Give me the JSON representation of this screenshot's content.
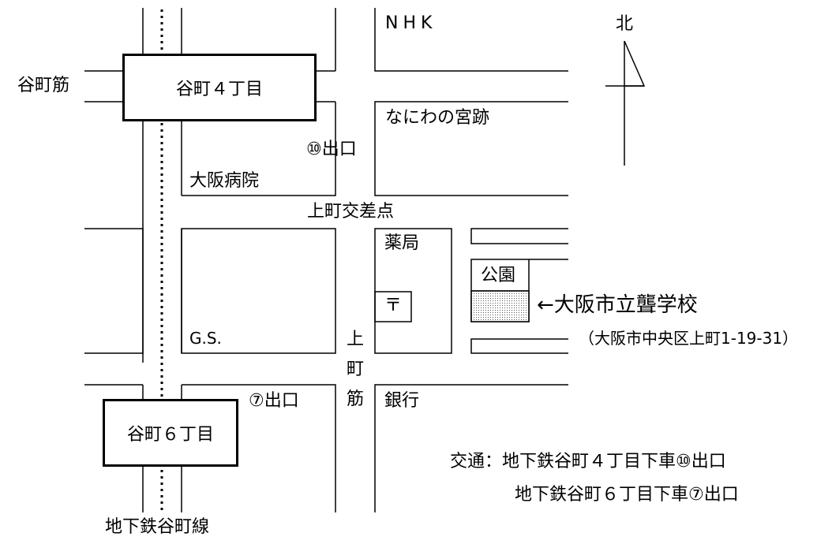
{
  "labels": {
    "nhk": "NHK",
    "tanimachi_suji": "谷町筋",
    "tanimachi4": "谷町４丁目",
    "naniwa_palace": "なにわの宮跡",
    "exit10": "⑩出口",
    "osaka_hospital": "大阪病院",
    "uemachi_crossing": "上町交差点",
    "pharmacy": "薬局",
    "post_office": "〒",
    "park": "公園",
    "school": "←大阪市立聾学校",
    "address": "（大阪市中央区上町1-19-31）",
    "gas_station": "G.S.",
    "uemachi_suji": [
      "上",
      "町",
      "筋"
    ],
    "exit7": "⑦出口",
    "bank": "銀行",
    "tanimachi6": "谷町６丁目",
    "subway_line": "地下鉄谷町線",
    "access_line1": "交通：地下鉄谷町４丁目下車⑩出口",
    "access_line2": "地下鉄谷町６丁目下車⑦出口",
    "north": "北"
  }
}
